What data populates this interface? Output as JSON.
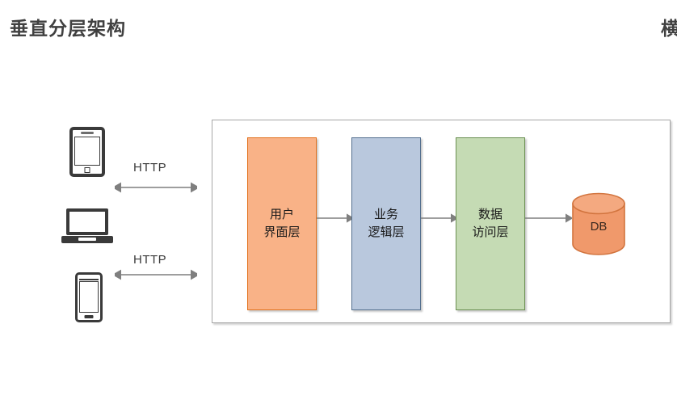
{
  "slide": {
    "title": "垂直分层架构",
    "title_right_cut": "横"
  },
  "clients": [
    {
      "icon": "tablet-icon",
      "name": "tablet-device"
    },
    {
      "icon": "laptop-icon",
      "name": "laptop-device"
    },
    {
      "icon": "phone-icon",
      "name": "phone-device"
    }
  ],
  "protocol_links": [
    {
      "label": "HTTP",
      "direction": "bidirectional"
    },
    {
      "label": "HTTP",
      "direction": "bidirectional"
    }
  ],
  "layers": [
    {
      "id": "ui",
      "line1": "用户",
      "line2": "界面层",
      "fill": "#F9B287",
      "stroke": "#E2711D"
    },
    {
      "id": "business",
      "line1": "业务",
      "line2": "逻辑层",
      "fill": "#B9C8DD",
      "stroke": "#56718F"
    },
    {
      "id": "data",
      "line1": "数据",
      "line2": "访问层",
      "fill": "#C5DBB4",
      "stroke": "#6B9052"
    }
  ],
  "database": {
    "label": "DB",
    "fill": "#F0996B",
    "stroke": "#D2743E"
  },
  "colors": {
    "title": "#404040",
    "container_border": "#A6A6A6",
    "arrow": "#7F7F7F",
    "device": "#3A3A3A",
    "background": "#FFFFFF"
  }
}
